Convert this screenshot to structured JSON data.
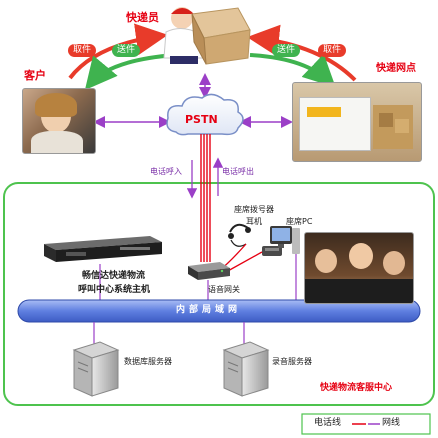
{
  "labels": {
    "courier": "快递员",
    "customer": "客户",
    "outlet": "快递网点",
    "pstn": "PSTN",
    "call_in": "电话呼入",
    "call_out": "电话呼出",
    "host": "畅信达快递物流",
    "host2": "呼叫中心系统主机",
    "seat_dialer": "座席拨号器",
    "headset": "耳机",
    "seat_pc": "座席PC",
    "voice_gateway": "语音网关",
    "lan": "内部局域网",
    "db_server": "数据库服务器",
    "rec_server": "录音服务器",
    "center": "快递物流客服中心"
  },
  "pills": {
    "pickup_left": "取件",
    "deliver_left": "送件",
    "deliver_right": "送件",
    "pickup_right": "取件"
  },
  "legend": {
    "phone_line": "电话线",
    "network_line": "网线"
  },
  "colors": {
    "phone_line": "#e60012",
    "network_line": "#7030a0",
    "green_frame": "#4ec34e",
    "bus": "#4f6fd8",
    "label_red": "#e60012"
  },
  "icons": [
    "courier-icon",
    "parcel-icon",
    "customer-photo",
    "outlet-truck-photo",
    "cloud-icon",
    "server-host-icon",
    "headset-icon",
    "pc-icon",
    "gateway-icon",
    "agents-photo",
    "database-server-icon",
    "recording-server-icon"
  ]
}
